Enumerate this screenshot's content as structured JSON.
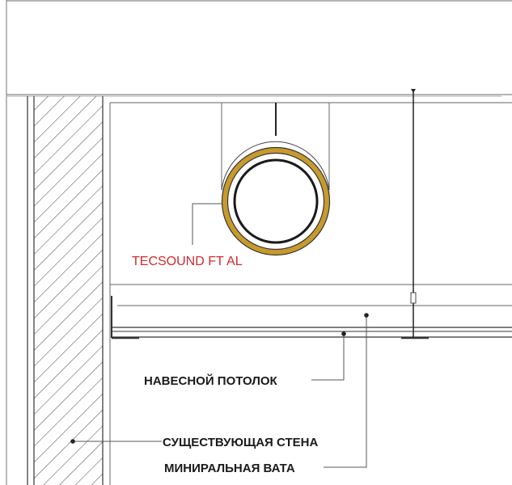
{
  "labels": {
    "insulation": "TECSOUND FT AL",
    "ceiling": "НАВЕСНОЙ ПОТОЛОК",
    "wall": "СУЩЕСТВУЮЩАЯ СТЕНА",
    "wool": "МИНИРАЛЬНАЯ ВАТА"
  },
  "colors": {
    "insulation": "#c89a2a",
    "label_red": "#d42a2a",
    "line": "#333333"
  }
}
